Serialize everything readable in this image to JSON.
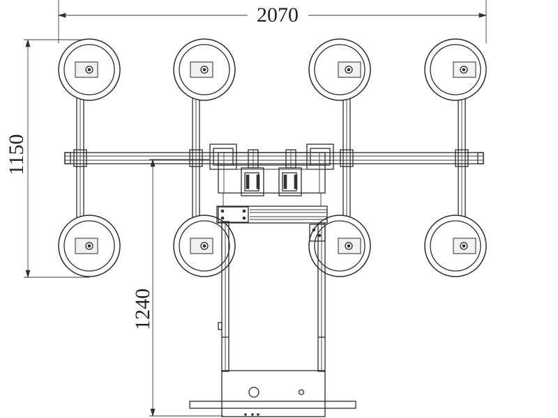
{
  "dimensions": {
    "width_label": "2070",
    "height_label": "1150",
    "depth_label": "1240"
  },
  "colors": {
    "line": "#2a2a2a",
    "background": "#ffffff"
  }
}
